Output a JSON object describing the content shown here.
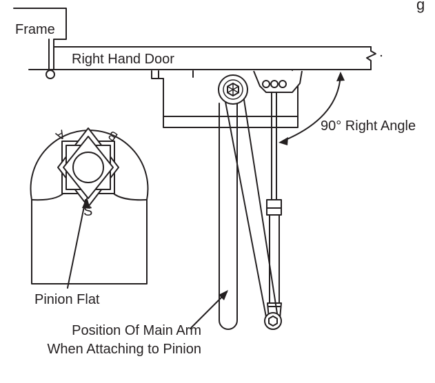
{
  "labels": {
    "frame": "Frame",
    "door": "Right Hand Door",
    "angle": "90° Right Angle",
    "pinion_flat": "Pinion Flat",
    "main_arm_line1": "Position Of Main Arm",
    "main_arm_line2": "When Attaching to Pinion"
  },
  "pinion_marks": {
    "a": "A",
    "b": "B",
    "s": "S"
  },
  "top_cut_text": "g",
  "colors": {
    "ink": "#231f20",
    "background": "#ffffff"
  }
}
